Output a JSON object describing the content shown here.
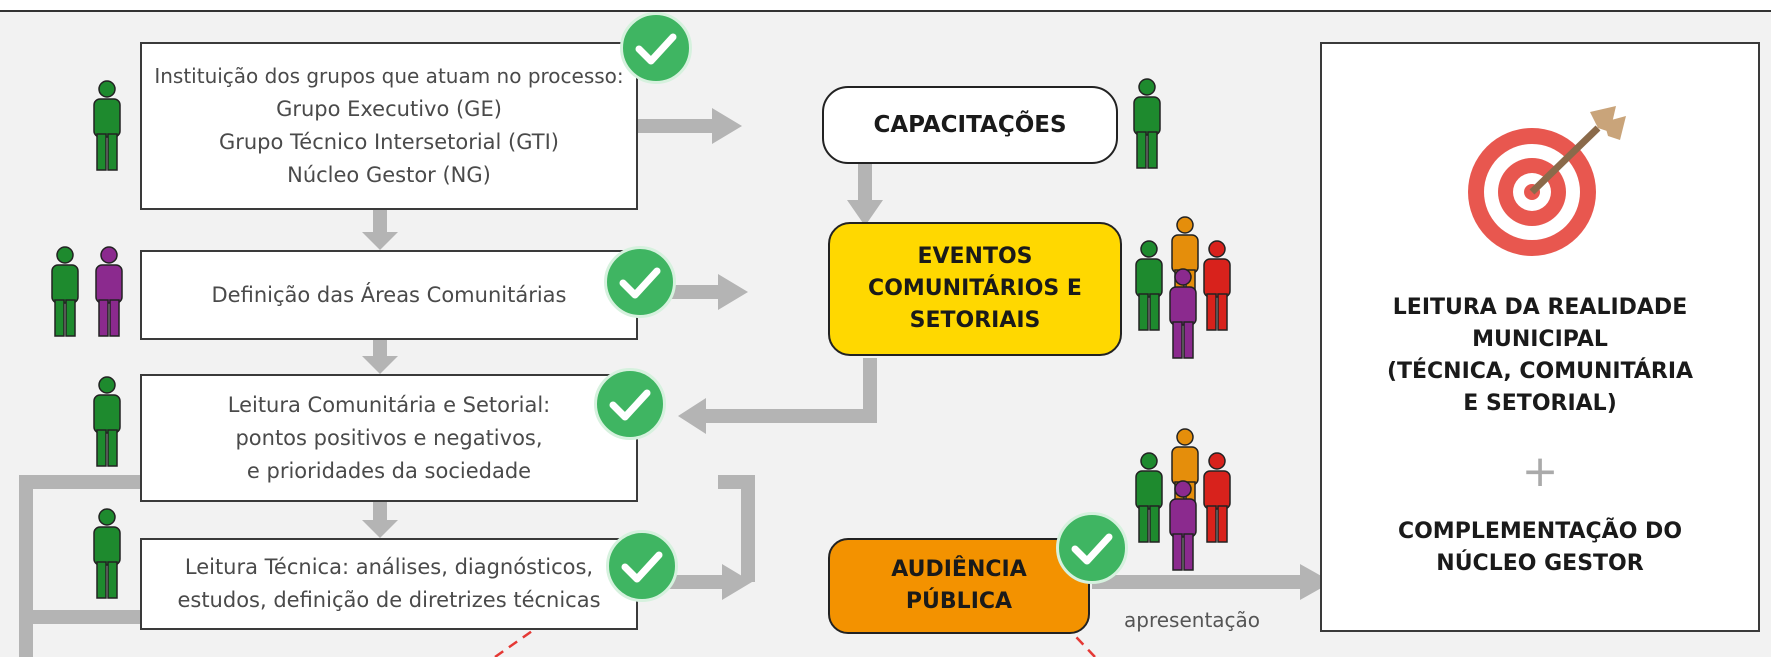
{
  "boxes": {
    "institution": [
      "Instituição dos grupos que atuam no processo:",
      "Grupo Executivo (GE)",
      "Grupo Técnico Intersetorial (GTI)",
      "Núcleo Gestor (NG)"
    ],
    "areas": "Definição das Áreas Comunitárias",
    "community_reading": [
      "Leitura Comunitária e Setorial:",
      "pontos positivos e negativos,",
      "e prioridades da sociedade"
    ],
    "technical_reading": [
      "Leitura Técnica: análises, diagnósticos,",
      "estudos, definição de diretrizes técnicas"
    ]
  },
  "pills": {
    "training": "CAPACITAÇÕES",
    "events": [
      "EVENTOS",
      "COMUNITÁRIOS E",
      "SETORIAIS"
    ],
    "hearing": [
      "AUDIÊNCIA",
      "PÚBLICA"
    ]
  },
  "result": {
    "heading": [
      "LEITURA DA REALIDADE",
      "MUNICIPAL",
      "(TÉCNICA, COMUNITÁRIA",
      "E SETORIAL)"
    ],
    "plus": "+",
    "footer": [
      "COMPLEMENTAÇÃO DO",
      "NÚCLEO GESTOR"
    ]
  },
  "edge_label": "apresentação",
  "colors": {
    "events_fill": "#ffd800",
    "hearing_fill": "#f39200",
    "arrow": "#b4b4b4",
    "check": "#3fb562",
    "person_green": "#1e8a2e",
    "person_purple": "#8b2a8e",
    "person_orange": "#e58e0b",
    "person_red": "#d8221c",
    "target_red": "#e8574f"
  },
  "icons": [
    "person-icon",
    "check-icon",
    "target-icon",
    "arrow-icon"
  ]
}
